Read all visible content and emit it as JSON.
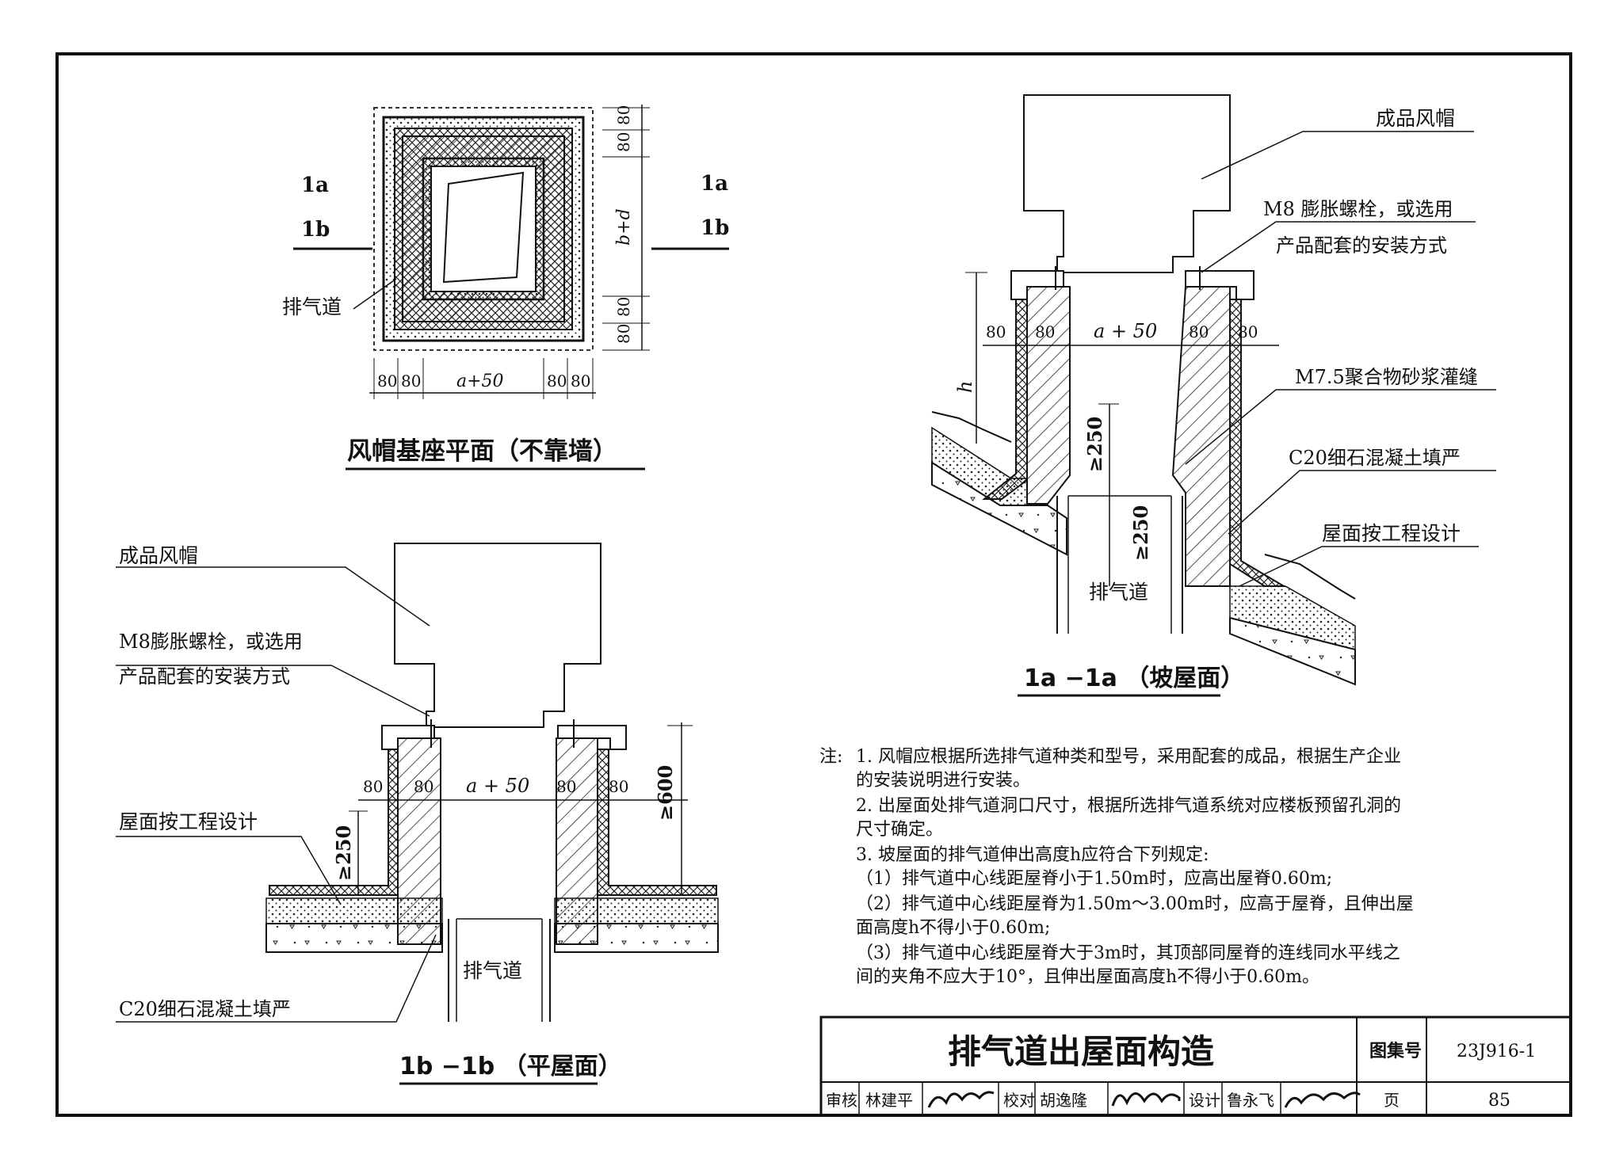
{
  "plan": {
    "title": "风帽基座平面（不靠墙）",
    "sec_1a": "1a",
    "sec_1b": "1b",
    "label_vent": "排气道",
    "dim_80": "80",
    "dim_a50": "a+50",
    "dim_bd": "b+d"
  },
  "flat": {
    "title": "1b −1b （平屋面）",
    "cap": "成品风帽",
    "bolt1": "M8膨胀螺栓，或选用",
    "bolt2": "产品配套的安装方式",
    "roof": "屋面按工程设计",
    "fill": "C20细石混凝土填严",
    "vent": "排气道",
    "dim_a50": "a + 50",
    "dim_80": "80",
    "dim_250": "≥250",
    "dim_600": "≥600"
  },
  "slope": {
    "title": "1a −1a （坡屋面）",
    "cap": "成品风帽",
    "bolt1": "M8 膨胀螺栓，或选用",
    "bolt2": "产品配套的安装方式",
    "mortar": "M7.5聚合物砂浆灌缝",
    "fill": "C20细石混凝土填严",
    "roof": "屋面按工程设计",
    "vent": "排气道",
    "dim_a50": "a + 50",
    "dim_80": "80",
    "dim_250": "≥250",
    "dim_h": "h"
  },
  "notes": {
    "prefix": "注:",
    "lines": [
      "1.  风帽应根据所选排气道种类和型号，采用配套的成品，根据生产企业",
      "     的安装说明进行安装。",
      "2.  出屋面处排气道洞口尺寸，根据所选排气道系统对应楼板预留孔洞的",
      "     尺寸确定。",
      "3.  坡屋面的排气道伸出高度h应符合下列规定:",
      "     （1）排气道中心线距屋脊小于1.50m时，应高出屋脊0.60m;",
      "     （2）排气道中心线距屋脊为1.50m～3.00m时，应高于屋脊，且伸出屋",
      "     面高度h不得小于0.60m;",
      "     （3）排气道中心线距屋脊大于3m时，其顶部同屋脊的连线同水平线之",
      "     间的夹角不应大于10°，且伸出屋面高度h不得小于0.60m。"
    ]
  },
  "titleblock": {
    "title": "排气道出屋面构造",
    "atlas_label": "图集号",
    "atlas_no": "23J916-1",
    "review_label": "审核",
    "reviewer": "林建平",
    "check_label": "校对",
    "checker": "胡逸隆",
    "design_label": "设计",
    "designer": "鲁永飞",
    "page_label": "页",
    "page_no": "85"
  }
}
